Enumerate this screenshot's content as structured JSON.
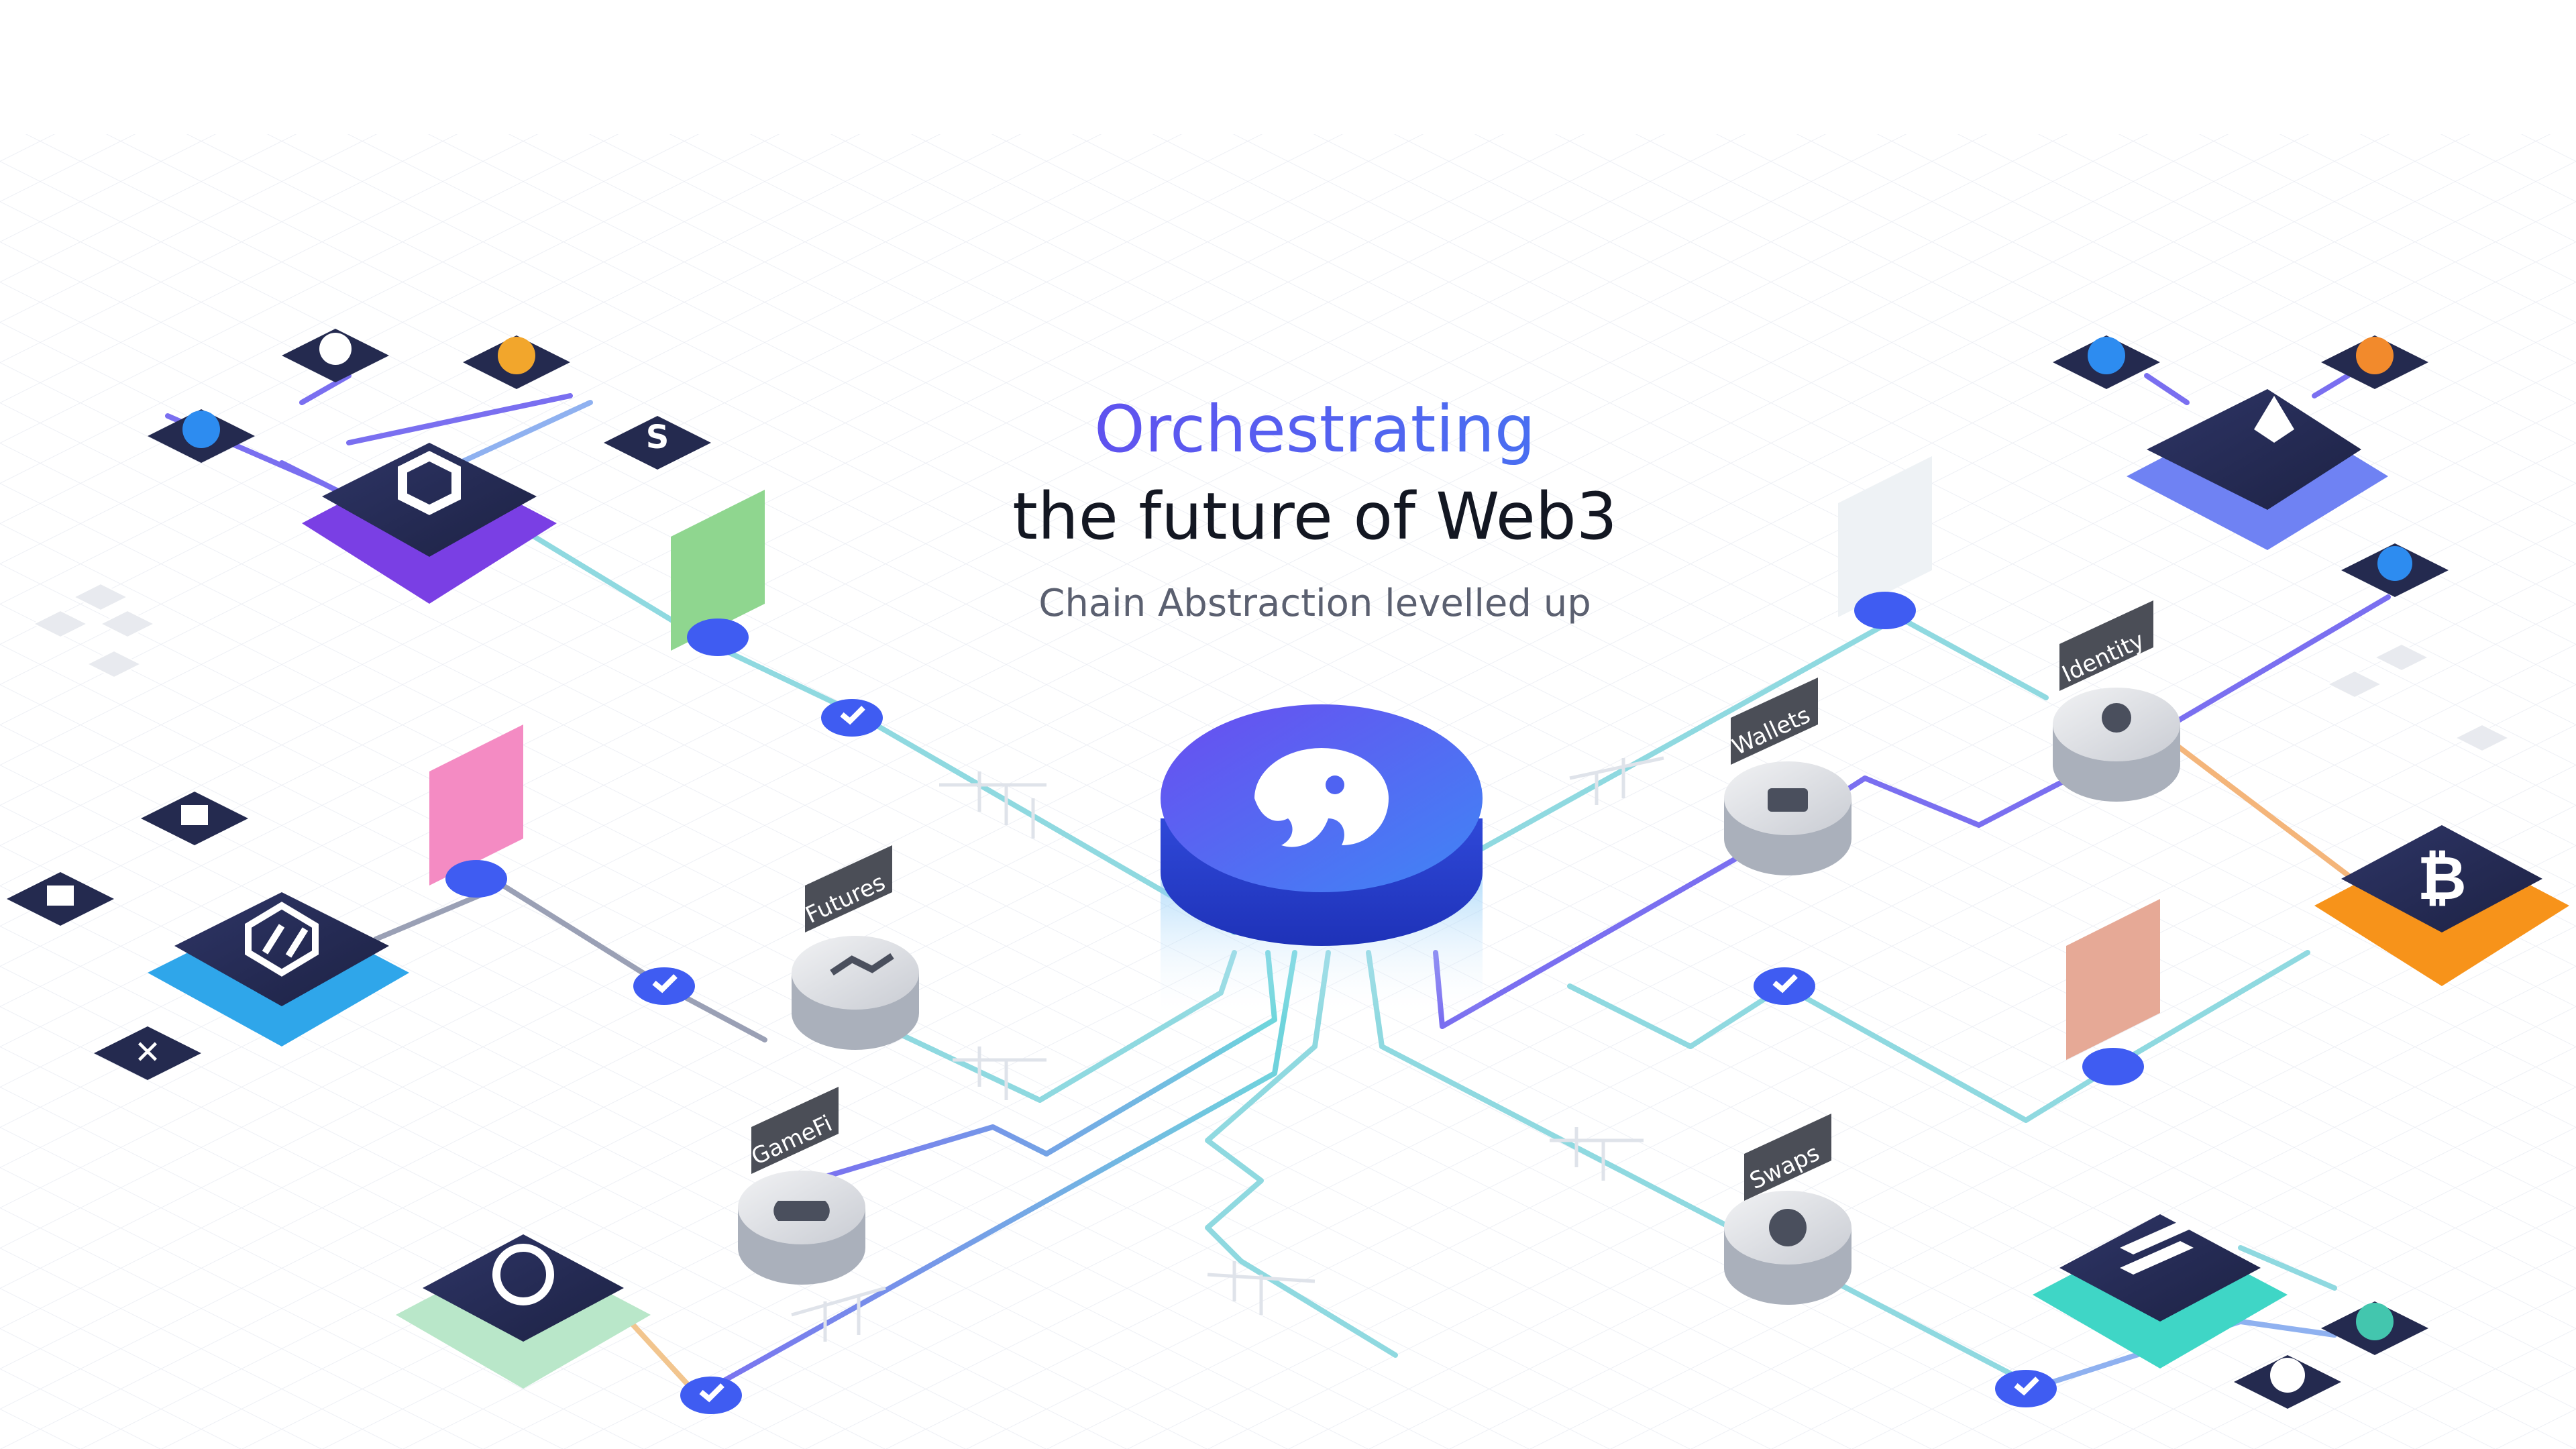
{
  "hero": {
    "title_line1": "Orchestrating",
    "title_line2": "the future of Web3",
    "subtitle": "Chain Abstraction levelled up"
  },
  "services": {
    "futures": "Futures",
    "gamefi": "GameFi",
    "wallets": "Wallets",
    "identity": "Identity",
    "swaps": "Swaps"
  },
  "colors": {
    "accent": "#5b4df0",
    "hub": "#3f5cf2",
    "chain_tile": "#242a4f",
    "teal_line": "#6fd6dc",
    "purple_line": "#7a6ff0",
    "bitcoin_orange": "#f7931a"
  },
  "icons": [
    "logo-octopus-icon",
    "polygon-icon",
    "arbitrum-icon",
    "ethereum-icon",
    "bitcoin-icon",
    "solana-icon",
    "check-icon",
    "wallet-icon",
    "gamepad-icon",
    "chart-icon",
    "user-icon",
    "swap-icon"
  ]
}
